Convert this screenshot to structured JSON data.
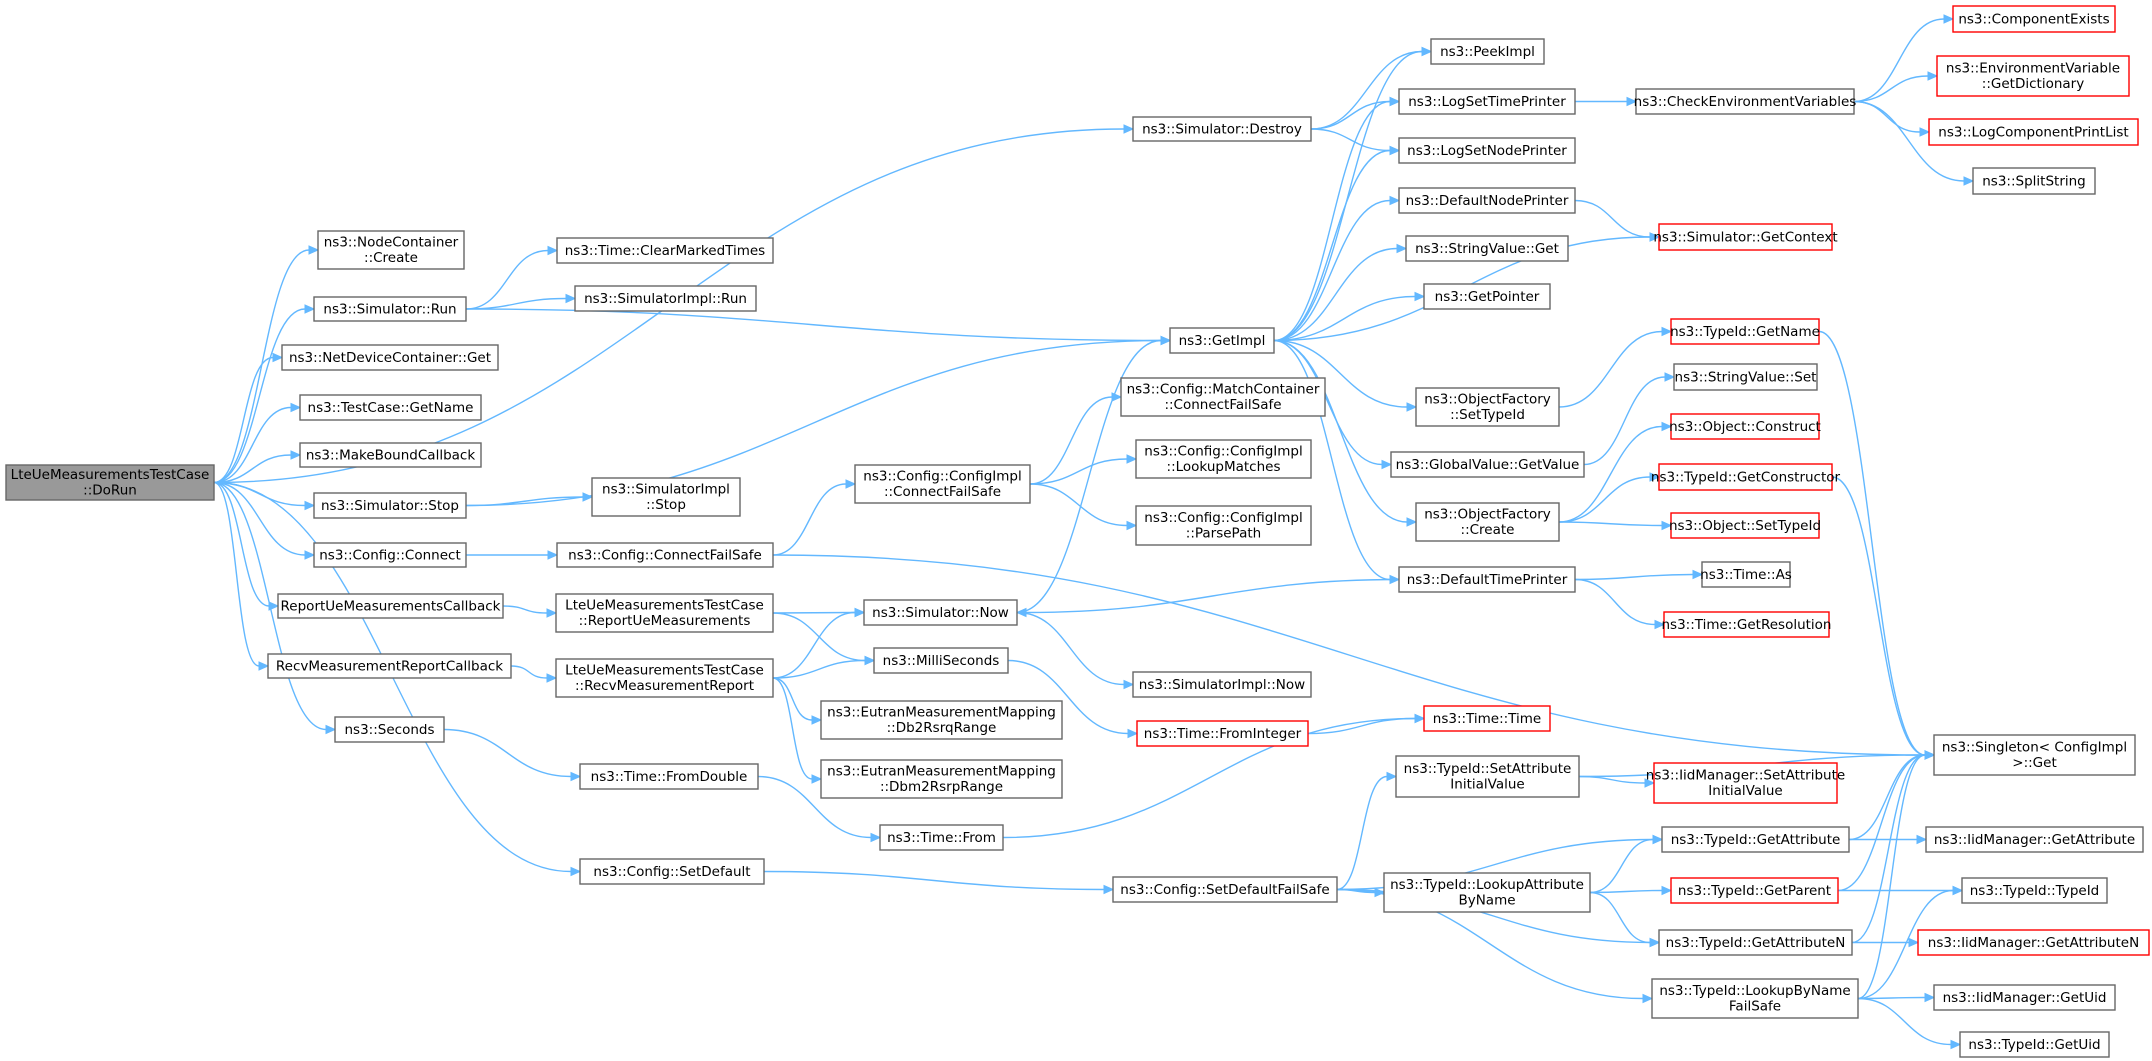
{
  "diagram": {
    "nodes": [
      {
        "id": "root",
        "lines": [
          "LteUeMeasurementsTestCase",
          "::DoRun"
        ],
        "style": "root"
      },
      {
        "id": "destroy",
        "lines": [
          "ns3::Simulator::Destroy"
        ],
        "style": "normal"
      },
      {
        "id": "nodecontainer",
        "lines": [
          "ns3::NodeContainer",
          "::Create"
        ],
        "style": "normal"
      },
      {
        "id": "simrun",
        "lines": [
          "ns3::Simulator::Run"
        ],
        "style": "normal"
      },
      {
        "id": "netdevget",
        "lines": [
          "ns3::NetDeviceContainer::Get"
        ],
        "style": "normal"
      },
      {
        "id": "testcasegetname",
        "lines": [
          "ns3::TestCase::GetName"
        ],
        "style": "normal"
      },
      {
        "id": "makebound",
        "lines": [
          "ns3::MakeBoundCallback"
        ],
        "style": "normal"
      },
      {
        "id": "simstop",
        "lines": [
          "ns3::Simulator::Stop"
        ],
        "style": "normal"
      },
      {
        "id": "configconnect",
        "lines": [
          "ns3::Config::Connect"
        ],
        "style": "normal"
      },
      {
        "id": "reportcb",
        "lines": [
          "ReportUeMeasurementsCallback"
        ],
        "style": "normal"
      },
      {
        "id": "recvcb",
        "lines": [
          "RecvMeasurementReportCallback"
        ],
        "style": "normal"
      },
      {
        "id": "seconds",
        "lines": [
          "ns3::Seconds"
        ],
        "style": "normal"
      },
      {
        "id": "setdefault",
        "lines": [
          "ns3::Config::SetDefault"
        ],
        "style": "normal"
      },
      {
        "id": "clearmarked",
        "lines": [
          "ns3::Time::ClearMarkedTimes"
        ],
        "style": "normal"
      },
      {
        "id": "simimplrun",
        "lines": [
          "ns3::SimulatorImpl::Run"
        ],
        "style": "normal"
      },
      {
        "id": "simimplstop",
        "lines": [
          "ns3::SimulatorImpl",
          "::Stop"
        ],
        "style": "normal"
      },
      {
        "id": "connectfailsafe",
        "lines": [
          "ns3::Config::ConnectFailSafe"
        ],
        "style": "normal"
      },
      {
        "id": "reportue",
        "lines": [
          "LteUeMeasurementsTestCase",
          "::ReportUeMeasurements"
        ],
        "style": "normal"
      },
      {
        "id": "recvreport",
        "lines": [
          "LteUeMeasurementsTestCase",
          "::RecvMeasurementReport"
        ],
        "style": "normal"
      },
      {
        "id": "fromdouble",
        "lines": [
          "ns3::Time::FromDouble"
        ],
        "style": "normal"
      },
      {
        "id": "getimpl",
        "lines": [
          "ns3::GetImpl"
        ],
        "style": "normal"
      },
      {
        "id": "cfgimplconnect",
        "lines": [
          "ns3::Config::ConfigImpl",
          "::ConnectFailSafe"
        ],
        "style": "normal"
      },
      {
        "id": "simnow",
        "lines": [
          "ns3::Simulator::Now"
        ],
        "style": "normal"
      },
      {
        "id": "milliseconds",
        "lines": [
          "ns3::MilliSeconds"
        ],
        "style": "normal"
      },
      {
        "id": "db2rsrq",
        "lines": [
          "ns3::EutranMeasurementMapping",
          "::Db2RsrqRange"
        ],
        "style": "normal"
      },
      {
        "id": "dbm2rsrp",
        "lines": [
          "ns3::EutranMeasurementMapping",
          "::Dbm2RsrpRange"
        ],
        "style": "normal"
      },
      {
        "id": "timefrom",
        "lines": [
          "ns3::Time::From"
        ],
        "style": "normal"
      },
      {
        "id": "setdefaultfailsafe",
        "lines": [
          "ns3::Config::SetDefaultFailSafe"
        ],
        "style": "normal"
      },
      {
        "id": "matchcontainer",
        "lines": [
          "ns3::Config::MatchContainer",
          "::ConnectFailSafe"
        ],
        "style": "normal"
      },
      {
        "id": "lookupmatches",
        "lines": [
          "ns3::Config::ConfigImpl",
          "::LookupMatches"
        ],
        "style": "normal"
      },
      {
        "id": "parsepath",
        "lines": [
          "ns3::Config::ConfigImpl",
          "::ParsePath"
        ],
        "style": "normal"
      },
      {
        "id": "simimplnow",
        "lines": [
          "ns3::SimulatorImpl::Now"
        ],
        "style": "normal"
      },
      {
        "id": "frominteger",
        "lines": [
          "ns3::Time::FromInteger"
        ],
        "style": "red"
      },
      {
        "id": "peekimpl",
        "lines": [
          "ns3::PeekImpl"
        ],
        "style": "normal"
      },
      {
        "id": "logsettimeprinter",
        "lines": [
          "ns3::LogSetTimePrinter"
        ],
        "style": "normal"
      },
      {
        "id": "logsetnodeprinter",
        "lines": [
          "ns3::LogSetNodePrinter"
        ],
        "style": "normal"
      },
      {
        "id": "defaultnodeprinter",
        "lines": [
          "ns3::DefaultNodePrinter"
        ],
        "style": "normal"
      },
      {
        "id": "stringvalueget",
        "lines": [
          "ns3::StringValue::Get"
        ],
        "style": "normal"
      },
      {
        "id": "getpointer",
        "lines": [
          "ns3::GetPointer"
        ],
        "style": "normal"
      },
      {
        "id": "ofsettypeid",
        "lines": [
          "ns3::ObjectFactory",
          "::SetTypeId"
        ],
        "style": "normal"
      },
      {
        "id": "globalvalueget",
        "lines": [
          "ns3::GlobalValue::GetValue"
        ],
        "style": "normal"
      },
      {
        "id": "ofcreate",
        "lines": [
          "ns3::ObjectFactory",
          "::Create"
        ],
        "style": "normal"
      },
      {
        "id": "defaulttimeprinter",
        "lines": [
          "ns3::DefaultTimePrinter"
        ],
        "style": "normal"
      },
      {
        "id": "timetime",
        "lines": [
          "ns3::Time::Time"
        ],
        "style": "red"
      },
      {
        "id": "setattrinit",
        "lines": [
          "ns3::TypeId::SetAttribute",
          "InitialValue"
        ],
        "style": "normal"
      },
      {
        "id": "lookupattr",
        "lines": [
          "ns3::TypeId::LookupAttribute",
          "ByName"
        ],
        "style": "normal"
      },
      {
        "id": "checkenv",
        "lines": [
          "ns3::CheckEnvironmentVariables"
        ],
        "style": "normal"
      },
      {
        "id": "simgetcontext",
        "lines": [
          "ns3::Simulator::GetContext"
        ],
        "style": "red"
      },
      {
        "id": "typeidgetname",
        "lines": [
          "ns3::TypeId::GetName"
        ],
        "style": "red"
      },
      {
        "id": "stringvalueset",
        "lines": [
          "ns3::StringValue::Set"
        ],
        "style": "normal"
      },
      {
        "id": "objconstruct",
        "lines": [
          "ns3::Object::Construct"
        ],
        "style": "red"
      },
      {
        "id": "getconstructor",
        "lines": [
          "ns3::TypeId::GetConstructor"
        ],
        "style": "red"
      },
      {
        "id": "objsettypeid",
        "lines": [
          "ns3::Object::SetTypeId"
        ],
        "style": "red"
      },
      {
        "id": "timeas",
        "lines": [
          "ns3::Time::As"
        ],
        "style": "normal"
      },
      {
        "id": "getresolution",
        "lines": [
          "ns3::Time::GetResolution"
        ],
        "style": "red"
      },
      {
        "id": "iidsetattrinit",
        "lines": [
          "ns3::IidManager::SetAttribute",
          "InitialValue"
        ],
        "style": "red"
      },
      {
        "id": "getattribute",
        "lines": [
          "ns3::TypeId::GetAttribute"
        ],
        "style": "normal"
      },
      {
        "id": "getparent",
        "lines": [
          "ns3::TypeId::GetParent"
        ],
        "style": "red"
      },
      {
        "id": "getattributen",
        "lines": [
          "ns3::TypeId::GetAttributeN"
        ],
        "style": "normal"
      },
      {
        "id": "lookupbyname",
        "lines": [
          "ns3::TypeId::LookupByName",
          "FailSafe"
        ],
        "style": "normal"
      },
      {
        "id": "compexists",
        "lines": [
          "ns3::ComponentExists"
        ],
        "style": "red"
      },
      {
        "id": "envgetdict",
        "lines": [
          "ns3::EnvironmentVariable",
          "::GetDictionary"
        ],
        "style": "red"
      },
      {
        "id": "logcompprint",
        "lines": [
          "ns3::LogComponentPrintList"
        ],
        "style": "red"
      },
      {
        "id": "splitstring",
        "lines": [
          "ns3::SplitString"
        ],
        "style": "normal"
      },
      {
        "id": "singletonget",
        "lines": [
          "ns3::Singleton< ConfigImpl",
          " >::Get"
        ],
        "style": "normal"
      },
      {
        "id": "iidgetattr",
        "lines": [
          "ns3::IidManager::GetAttribute"
        ],
        "style": "normal"
      },
      {
        "id": "typeidtypeid",
        "lines": [
          "ns3::TypeId::TypeId"
        ],
        "style": "normal"
      },
      {
        "id": "iidgetattrn",
        "lines": [
          "ns3::IidManager::GetAttributeN"
        ],
        "style": "red"
      },
      {
        "id": "iidgetuid",
        "lines": [
          "ns3::IidManager::GetUid"
        ],
        "style": "normal"
      },
      {
        "id": "typeidgetuid",
        "lines": [
          "ns3::TypeId::GetUid"
        ],
        "style": "normal"
      }
    ],
    "edges": [
      [
        "root",
        "destroy"
      ],
      [
        "root",
        "nodecontainer"
      ],
      [
        "root",
        "simrun"
      ],
      [
        "root",
        "netdevget"
      ],
      [
        "root",
        "testcasegetname"
      ],
      [
        "root",
        "makebound"
      ],
      [
        "root",
        "simstop"
      ],
      [
        "root",
        "configconnect"
      ],
      [
        "root",
        "reportcb"
      ],
      [
        "root",
        "recvcb"
      ],
      [
        "root",
        "seconds"
      ],
      [
        "root",
        "setdefault"
      ],
      [
        "destroy",
        "peekimpl"
      ],
      [
        "destroy",
        "logsettimeprinter"
      ],
      [
        "destroy",
        "logsetnodeprinter"
      ],
      [
        "simrun",
        "clearmarked"
      ],
      [
        "simrun",
        "simimplrun"
      ],
      [
        "simrun",
        "getimpl"
      ],
      [
        "simstop",
        "getimpl"
      ],
      [
        "simstop",
        "simimplstop"
      ],
      [
        "configconnect",
        "connectfailsafe"
      ],
      [
        "connectfailsafe",
        "cfgimplconnect"
      ],
      [
        "connectfailsafe",
        "singletonget"
      ],
      [
        "cfgimplconnect",
        "matchcontainer"
      ],
      [
        "cfgimplconnect",
        "lookupmatches"
      ],
      [
        "cfgimplconnect",
        "parsepath"
      ],
      [
        "reportcb",
        "reportue"
      ],
      [
        "recvcb",
        "recvreport"
      ],
      [
        "reportue",
        "simnow"
      ],
      [
        "reportue",
        "milliseconds"
      ],
      [
        "recvreport",
        "simnow"
      ],
      [
        "recvreport",
        "milliseconds"
      ],
      [
        "recvreport",
        "db2rsrq"
      ],
      [
        "recvreport",
        "dbm2rsrp"
      ],
      [
        "simnow",
        "getimpl"
      ],
      [
        "simnow",
        "simimplnow"
      ],
      [
        "milliseconds",
        "frominteger"
      ],
      [
        "frominteger",
        "timetime"
      ],
      [
        "seconds",
        "fromdouble"
      ],
      [
        "fromdouble",
        "timefrom"
      ],
      [
        "timefrom",
        "timetime"
      ],
      [
        "setdefault",
        "setdefaultfailsafe"
      ],
      [
        "setdefaultfailsafe",
        "setattrinit"
      ],
      [
        "setdefaultfailsafe",
        "getattribute"
      ],
      [
        "setdefaultfailsafe",
        "lookupattr"
      ],
      [
        "setdefaultfailsafe",
        "getattributen"
      ],
      [
        "setdefaultfailsafe",
        "lookupbyname"
      ],
      [
        "getimpl",
        "peekimpl"
      ],
      [
        "getimpl",
        "logsettimeprinter"
      ],
      [
        "getimpl",
        "logsetnodeprinter"
      ],
      [
        "getimpl",
        "defaultnodeprinter"
      ],
      [
        "getimpl",
        "stringvalueget"
      ],
      [
        "getimpl",
        "getpointer"
      ],
      [
        "getimpl",
        "ofsettypeid"
      ],
      [
        "getimpl",
        "globalvalueget"
      ],
      [
        "getimpl",
        "ofcreate"
      ],
      [
        "getimpl",
        "defaulttimeprinter"
      ],
      [
        "getimpl",
        "simgetcontext"
      ],
      [
        "logsettimeprinter",
        "checkenv"
      ],
      [
        "checkenv",
        "compexists"
      ],
      [
        "checkenv",
        "envgetdict"
      ],
      [
        "checkenv",
        "logcompprint"
      ],
      [
        "checkenv",
        "splitstring"
      ],
      [
        "defaultnodeprinter",
        "simgetcontext"
      ],
      [
        "ofsettypeid",
        "typeidgetname"
      ],
      [
        "globalvalueget",
        "stringvalueset"
      ],
      [
        "ofcreate",
        "objconstruct"
      ],
      [
        "ofcreate",
        "getconstructor"
      ],
      [
        "ofcreate",
        "objsettypeid"
      ],
      [
        "defaulttimeprinter",
        "simnow"
      ],
      [
        "defaulttimeprinter",
        "timeas"
      ],
      [
        "defaulttimeprinter",
        "getresolution"
      ],
      [
        "setattrinit",
        "iidsetattrinit"
      ],
      [
        "setattrinit",
        "singletonget"
      ],
      [
        "lookupattr",
        "getattribute"
      ],
      [
        "lookupattr",
        "getparent"
      ],
      [
        "lookupattr",
        "getattributen"
      ],
      [
        "typeidgetname",
        "singletonget"
      ],
      [
        "getconstructor",
        "singletonget"
      ],
      [
        "getattribute",
        "singletonget"
      ],
      [
        "getattribute",
        "iidgetattr"
      ],
      [
        "getparent",
        "singletonget"
      ],
      [
        "getparent",
        "typeidtypeid"
      ],
      [
        "getattributen",
        "singletonget"
      ],
      [
        "getattributen",
        "iidgetattrn"
      ],
      [
        "lookupbyname",
        "singletonget"
      ],
      [
        "lookupbyname",
        "typeidtypeid"
      ],
      [
        "lookupbyname",
        "iidgetuid"
      ],
      [
        "lookupbyname",
        "typeidgetuid"
      ]
    ]
  }
}
